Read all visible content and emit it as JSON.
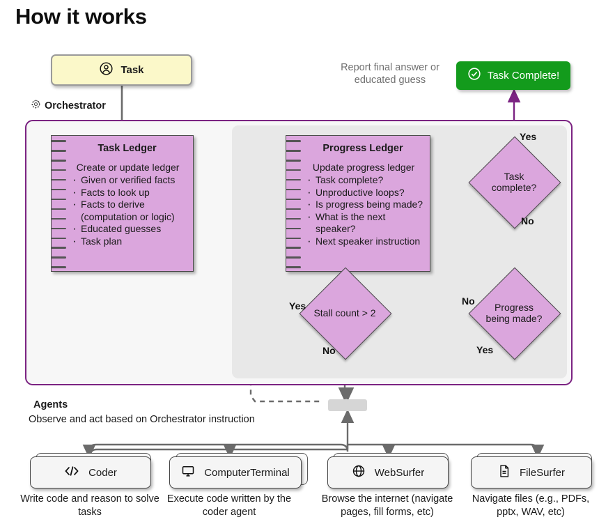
{
  "title": "How it works",
  "task": {
    "label": "Task",
    "icon": "user-circle-icon",
    "fill": "#fbf8c9"
  },
  "report": {
    "text": "Report final answer or educated guess"
  },
  "task_complete": {
    "label": "Task Complete!",
    "icon": "check-circle-icon",
    "fill": "#139b1c"
  },
  "orchestrator": {
    "label": "Orchestrator",
    "icon": "gear-icon",
    "accent": "#7b2382",
    "panel_fill": "#e8e8e8"
  },
  "ledgers": [
    {
      "id": "task-ledger",
      "title": "Task Ledger",
      "subtitle": "Create or update ledger",
      "items": [
        "Given or verified facts",
        "Facts to look up",
        "Facts to derive (computation or logic)",
        "Educated guesses",
        "Task plan"
      ]
    },
    {
      "id": "progress-ledger",
      "title": "Progress Ledger",
      "subtitle": "Update progress ledger",
      "items": [
        "Task complete?",
        "Unproductive loops?",
        "Is progress being made?",
        "What is the next speaker?",
        "Next speaker instruction"
      ]
    }
  ],
  "decisions": [
    {
      "id": "task-complete",
      "text": "Task complete?"
    },
    {
      "id": "progress-made",
      "text": "Progress being made?"
    },
    {
      "id": "stall",
      "text": "Stall count > 2"
    }
  ],
  "edge_labels": {
    "task_complete_yes": "Yes",
    "task_complete_no": "No",
    "progress_made_no": "No",
    "progress_made_yes": "Yes",
    "stall_yes": "Yes",
    "stall_no": "No"
  },
  "agents": {
    "heading": "Agents",
    "subheading": "Observe and act based on Orchestrator instruction",
    "items": [
      {
        "name": "Coder",
        "icon": "code-brackets-icon",
        "caption": "Write code and reason to solve tasks"
      },
      {
        "name": "ComputerTerminal",
        "icon": "monitor-icon",
        "caption": "Execute code written by the coder agent"
      },
      {
        "name": "WebSurfer",
        "icon": "globe-icon",
        "caption": "Browse the internet (navigate pages, fill forms, etc)"
      },
      {
        "name": "FileSurfer",
        "icon": "document-icon",
        "caption": "Navigate files (e.g., PDFs, pptx, WAV, etc)"
      }
    ]
  },
  "colors": {
    "ledger_fill": "#dba6dd",
    "purple": "#7b2382",
    "gray_arrow": "#6b6b6b"
  }
}
